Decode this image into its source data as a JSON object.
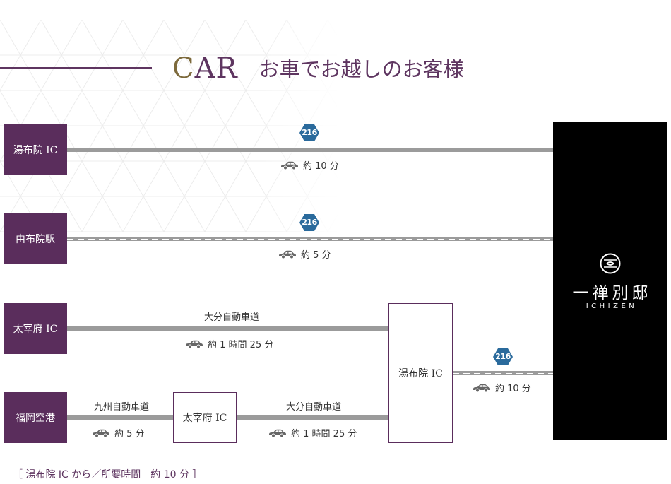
{
  "colors": {
    "purple": "#5a2d5c",
    "title_purple": "#5e3560",
    "gold": "#7d6a3c",
    "road_grey": "#9b9b9b",
    "badge_blue": "#2a6a9c",
    "car_grey": "#666666",
    "dest_black": "#000000"
  },
  "title": {
    "car_first": "C",
    "car_rest": "AR",
    "subtitle": "お車でお越しのお客様"
  },
  "origins": [
    "湯布院 IC",
    "由布院駅",
    "太宰府 IC",
    "福岡空港"
  ],
  "routes": {
    "r1": {
      "badge": "216",
      "time": "約 10 分"
    },
    "r2": {
      "badge": "216",
      "time": "約 5 分"
    },
    "r3": {
      "road": "大分自動車道",
      "time": "約 1 時間 25 分"
    },
    "r4a": {
      "road": "九州自動車道",
      "time": "約 5 分"
    },
    "r4b": {
      "road": "大分自動車道",
      "time": "約 1 時間 25 分"
    },
    "r5": {
      "badge": "216",
      "time": "約 10 分"
    }
  },
  "waypoints": {
    "dazaifu_ic": "太宰府 IC",
    "yufuin_ic": "湯布院 IC"
  },
  "destination": {
    "name": "一禅別邸",
    "roman": "ICHIZEN",
    "logo_icon": "ichizen-logo-icon"
  },
  "icons": {
    "car": "car-icon",
    "route_badge": "route-216-badge",
    "pattern": "triangle-pattern"
  },
  "footnote": "［ 湯布院 IC から／所要時間　約 10 分 ］"
}
